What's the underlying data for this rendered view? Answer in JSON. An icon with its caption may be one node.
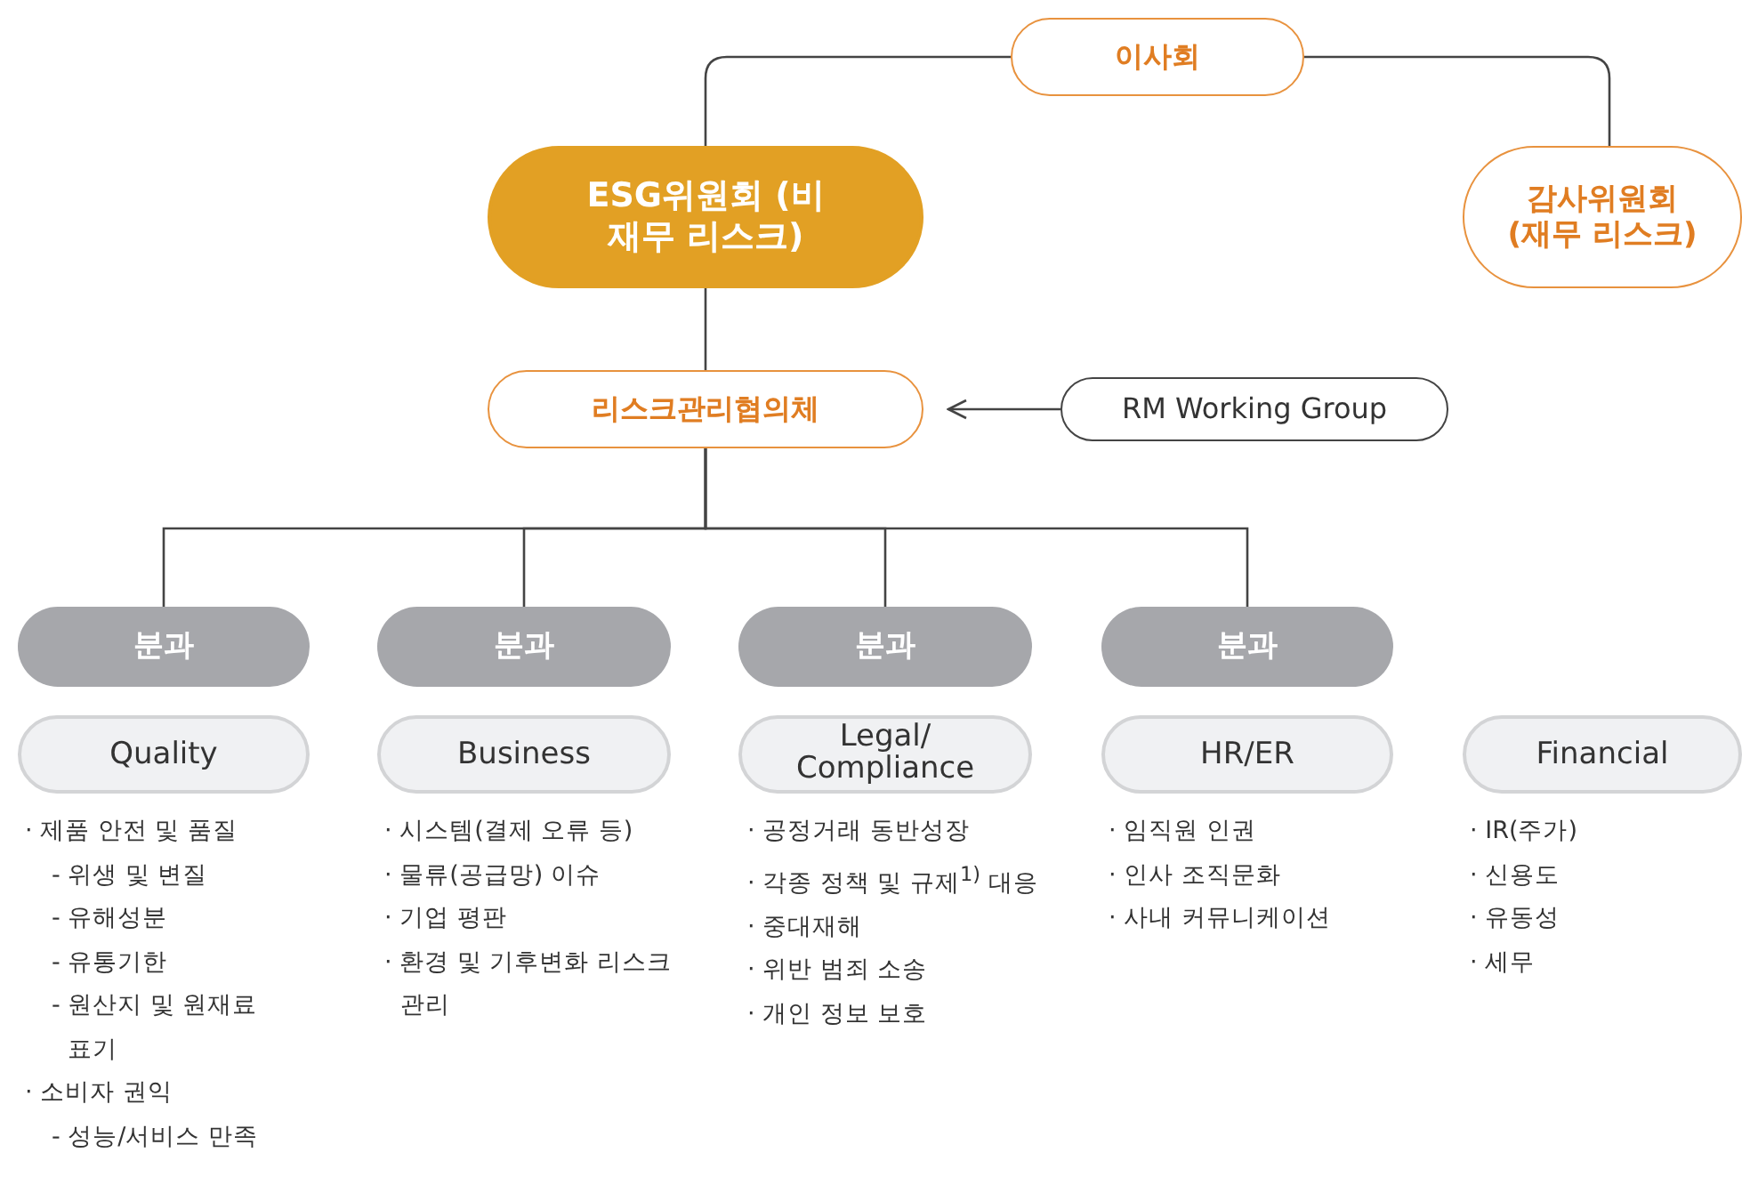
{
  "diagram": {
    "nodes": [
      {
        "text": [
          "이사회"
        ]
      },
      {
        "text": [
          "ESG위원회 (비재무 리스크)"
        ]
      },
      {
        "text": [
          "감사위원회 (재무 리스크)"
        ]
      },
      {
        "text": [
          "리스크관리협의체"
        ]
      },
      {
        "text": [
          "RM Working Group"
        ]
      },
      {
        "text": [
          "분과"
        ]
      },
      {
        "text": [
          "분과"
        ]
      },
      {
        "text": [
          "분과"
        ]
      },
      {
        "text": [
          "분과"
        ]
      },
      {
        "text": [
          "Quality"
        ],
        "beside": [
          "· 제품 안전 및 품질",
          "- 위생 및 변질",
          "- 유해성분",
          "- 유통기한",
          "- 원산지 및 원재료 표기",
          "· 소비자 권익",
          "- 성능/서비스 만족"
        ]
      },
      {
        "text": [
          "Business"
        ],
        "beside": [
          "· 시스템(결제 오류 등)",
          "· 물류(공급망) 이슈",
          "· 기업 평판",
          "· 환경 및 기후변화 리스크 관리"
        ]
      },
      {
        "text": [
          "Legal/ Compliance"
        ],
        "beside": [
          "· 공정거래 동반성장",
          "· 각종 정책 및 규제$^{1)}$ 대응",
          "· 중대재해",
          "· 위반 범죄 소송",
          "· 개인 정보 보호"
        ]
      },
      {
        "text": [
          "HR/ER"
        ],
        "beside": [
          "· 임직원 인권",
          "· 인사 조직문화",
          "· 사내 커뮤니케이션"
        ]
      },
      {
        "text": [
          "Financial"
        ],
        "beside": [
          "· IR(주가)",
          "· 신용도",
          "· 유동성",
          "· 세무"
        ]
      }
    ],
    "edges": [
      {
        "from": 0,
        "to": 1,
        "arrow": "none"
      },
      {
        "from": 0,
        "to": 2,
        "arrow": "none"
      },
      {
        "from": 1,
        "to": 3,
        "arrow": "none"
      },
      {
        "from": 4,
        "to": 3,
        "arrow": "to"
      },
      {
        "from": 3,
        "to": 5,
        "arrow": "none"
      },
      {
        "from": 3,
        "to": 6,
        "arrow": "none"
      },
      {
        "from": 3,
        "to": 7,
        "arrow": "none"
      },
      {
        "from": 3,
        "to": 8,
        "arrow": "none"
      }
    ]
  }
}
